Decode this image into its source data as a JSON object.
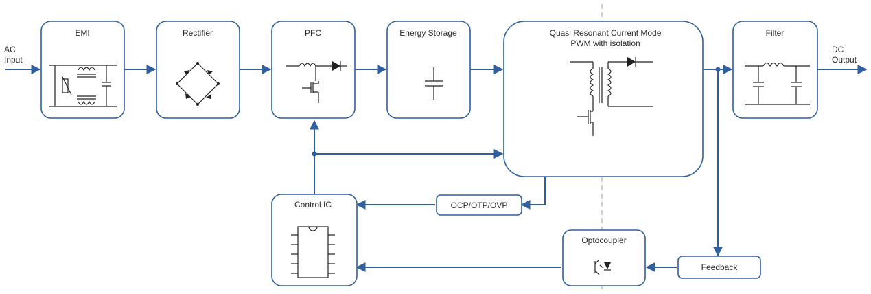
{
  "io": {
    "input_line1": "AC",
    "input_line2": "Input",
    "output_line1": "DC",
    "output_line2": "Output"
  },
  "blocks": {
    "emi": "EMI",
    "rectifier": "Rectifier",
    "pfc": "PFC",
    "energy_storage": "Energy Storage",
    "pwm_line1": "Quasi Resonant Current Mode",
    "pwm_line2": "PWM with isolation",
    "filter": "Filter",
    "control_ic": "Control IC",
    "protection": "OCP/OTP/OVP",
    "optocoupler": "Optocoupler",
    "feedback": "Feedback"
  },
  "colors": {
    "connector": "#2f5f9e",
    "block_border": "#2f5f9e",
    "symbol": "#222222",
    "isolation_barrier": "#bcbcbc"
  }
}
